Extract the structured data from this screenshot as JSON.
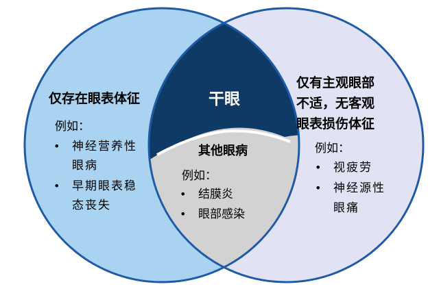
{
  "colors": {
    "left_circle": "#a9d3f0",
    "right_circle": "#e1e3f4",
    "top_lens": "#103a66",
    "bottom_lens": "#d2d2d2",
    "circle_stroke": "#1f5aa6",
    "text_dark": "#000000",
    "text_light": "#ffffff"
  },
  "left": {
    "title": "仅存在眼表体征",
    "example_label": "例如：",
    "items": [
      {
        "lines": [
          "神经营养性",
          "眼病"
        ]
      },
      {
        "lines": [
          "早期眼表稳",
          "态丧失"
        ]
      }
    ]
  },
  "right": {
    "title_lines": [
      "仅有主观眼部",
      "不适，无客观",
      "眼表损伤体征"
    ],
    "example_label": "例如：",
    "items": [
      {
        "lines": [
          "视疲劳"
        ]
      },
      {
        "lines": [
          "神经源性",
          "眼痛"
        ]
      }
    ]
  },
  "center_top": {
    "title": "干眼"
  },
  "center_bottom": {
    "title": "其他眼病",
    "example_label": "例如：",
    "items": [
      {
        "lines": [
          "结膜炎"
        ]
      },
      {
        "lines": [
          "眼部感染"
        ]
      }
    ]
  },
  "bullet_glyph": "•"
}
